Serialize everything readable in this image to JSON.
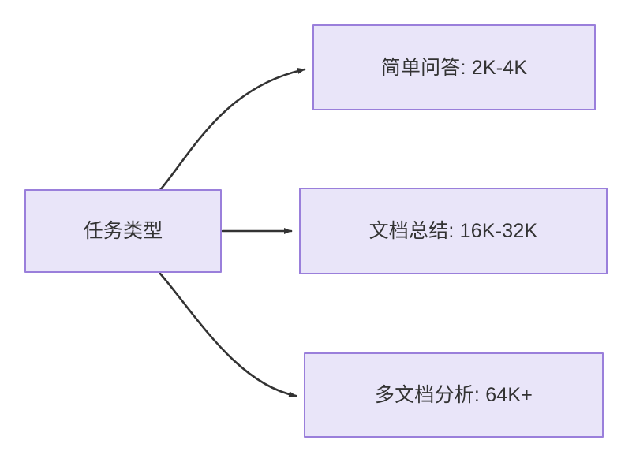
{
  "diagram": {
    "type": "flowchart",
    "direction": "left-to-right",
    "background_color": "#ffffff",
    "node_fill_color": "#e9e5f9",
    "node_border_color": "#9a7fdb",
    "node_text_color": "#333333",
    "edge_color": "#333333",
    "nodes": [
      {
        "id": "root",
        "label": "任务类型"
      },
      {
        "id": "simple",
        "label": "简单问答: 2K-4K"
      },
      {
        "id": "doc",
        "label": "文档总结: 16K-32K"
      },
      {
        "id": "multi",
        "label": "多文档分析: 64K+"
      }
    ],
    "edges": [
      {
        "id": "root-to-simple",
        "from": "root",
        "to": "simple",
        "label": "",
        "style": "curved",
        "arrowhead": "filled-triangle"
      },
      {
        "id": "root-to-doc",
        "from": "root",
        "to": "doc",
        "label": "",
        "style": "straight",
        "arrowhead": "filled-triangle"
      },
      {
        "id": "root-to-multi",
        "from": "root",
        "to": "multi",
        "label": "",
        "style": "curved",
        "arrowhead": "filled-triangle"
      }
    ]
  }
}
